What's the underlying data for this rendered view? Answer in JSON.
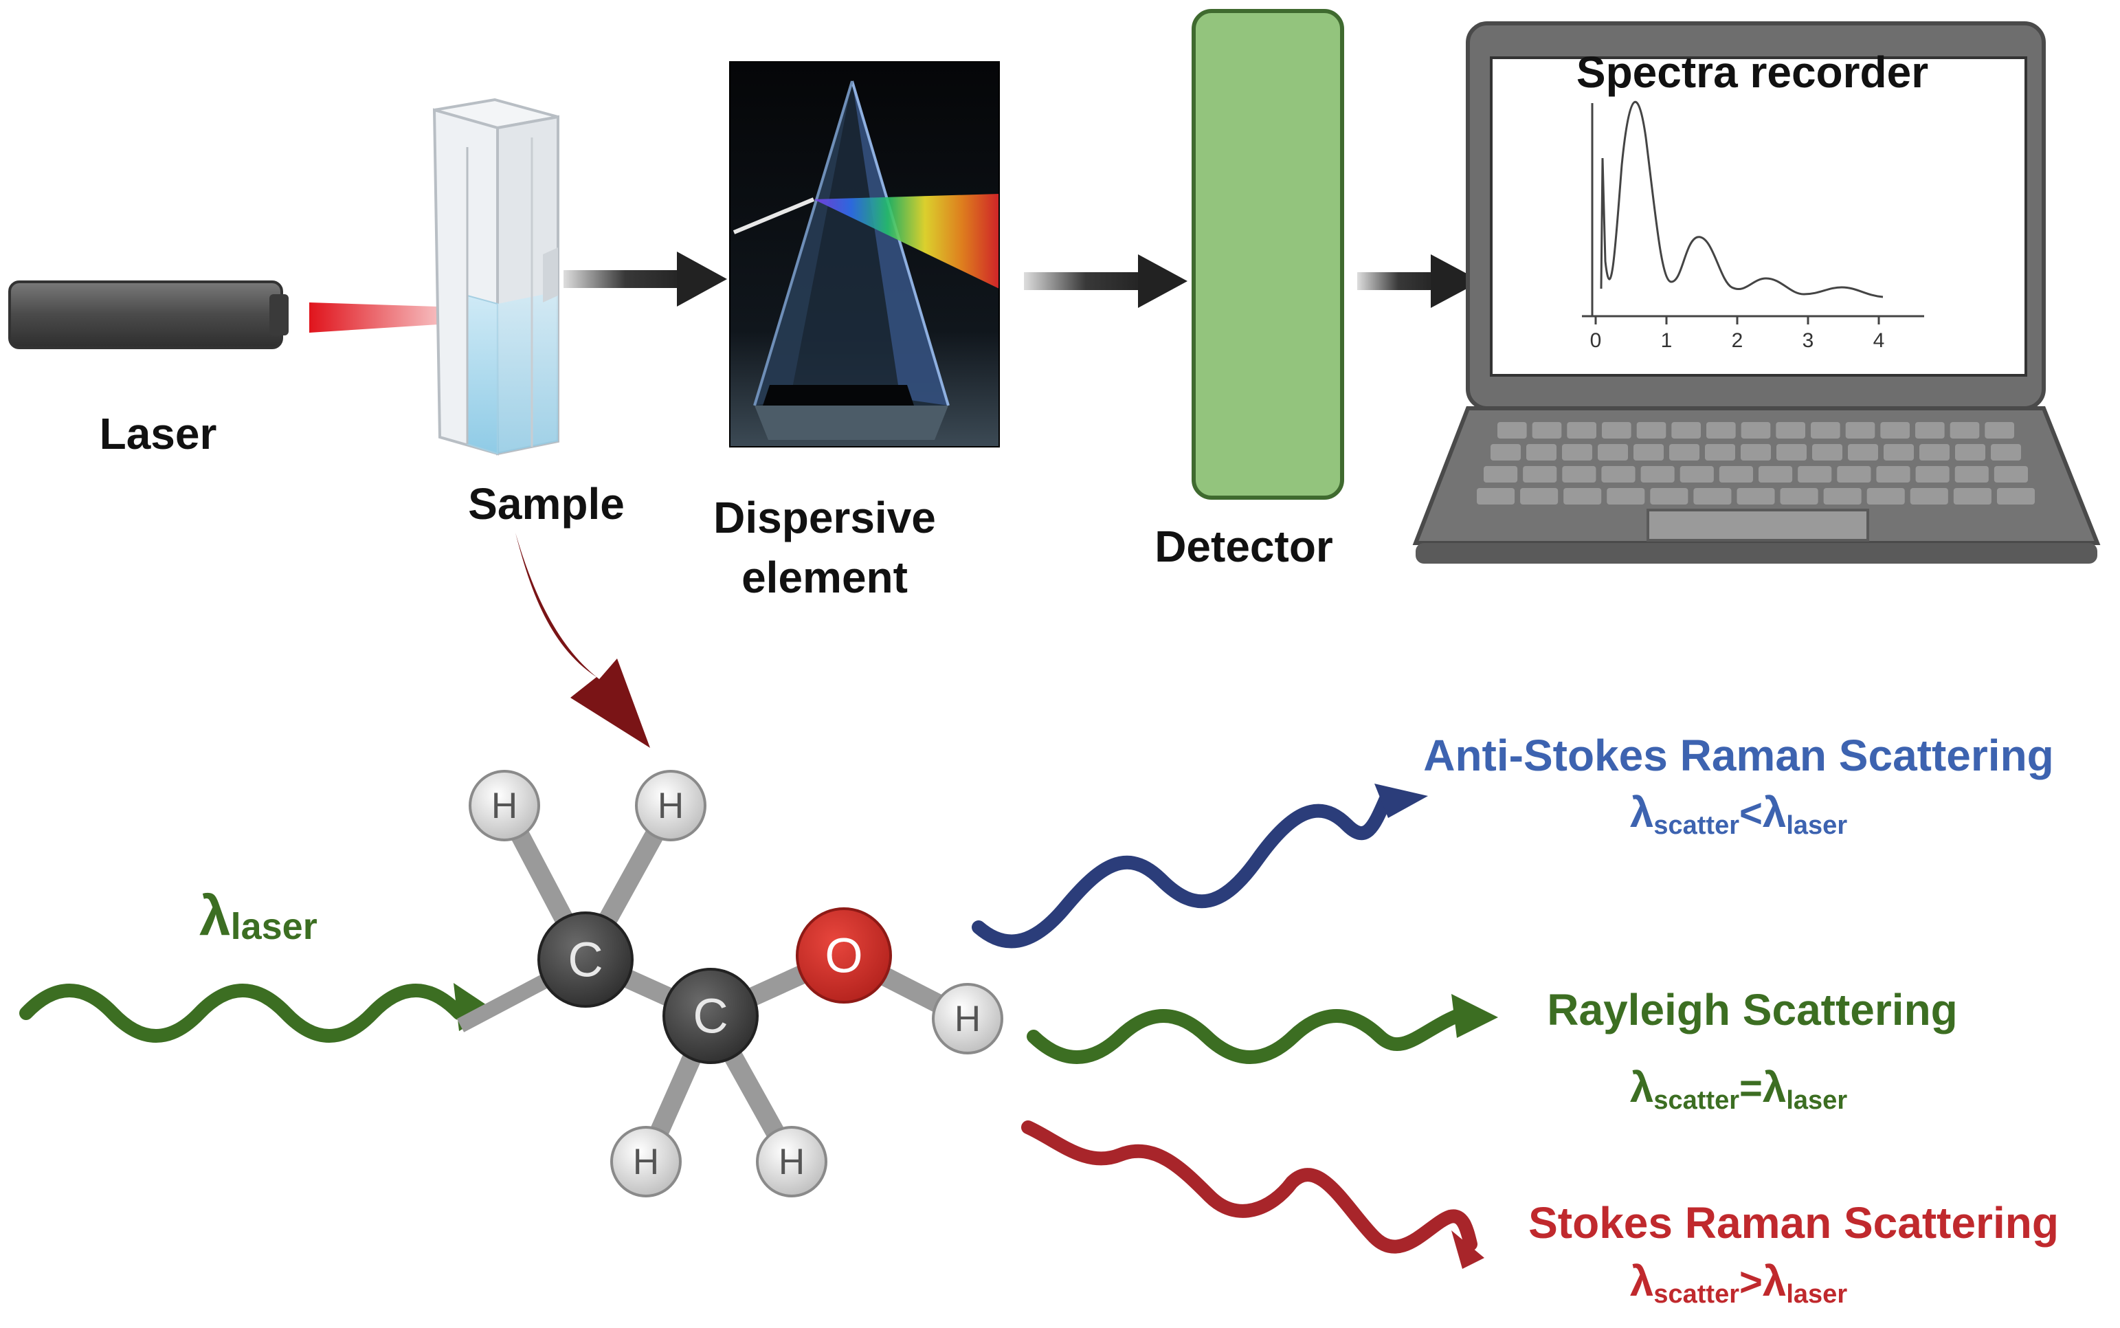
{
  "colors": {
    "anti_stokes": "#2b3d7a",
    "anti_stokes_text": "#3d63b0",
    "rayleigh": "#3c6e22",
    "stokes": "#a8252a",
    "stokes_text": "#c0292d",
    "arrow_dark_red": "#7a1416",
    "detector_fill": "#93c47d",
    "laser_beam": "#e0141c",
    "laptop_body": "#6e6e6e"
  },
  "labels": {
    "laser": "Laser",
    "sample": "Sample",
    "dispersive_line1": "Dispersive",
    "dispersive_line2": "element",
    "detector": "Detector",
    "spectra_recorder": "Spectra recorder"
  },
  "spectrum": {
    "x_ticks": [
      "0",
      "1",
      "2",
      "3",
      "4"
    ]
  },
  "molecule": {
    "atoms": [
      {
        "symbol": "H"
      },
      {
        "symbol": "H"
      },
      {
        "symbol": "C"
      },
      {
        "symbol": "C"
      },
      {
        "symbol": "O"
      },
      {
        "symbol": "H"
      },
      {
        "symbol": "H"
      },
      {
        "symbol": "H"
      }
    ]
  },
  "incident": {
    "lambda": "λ",
    "sub": "laser"
  },
  "scattering": {
    "anti_stokes": {
      "title": "Anti-Stokes Raman Scattering",
      "lhs": "λ",
      "lhs_sub": "scatter",
      "op": "<",
      "rhs": "λ",
      "rhs_sub": "laser"
    },
    "rayleigh": {
      "title": "Rayleigh Scattering",
      "lhs": "λ",
      "lhs_sub": "scatter",
      "op": "=",
      "rhs": "λ",
      "rhs_sub": "laser"
    },
    "stokes": {
      "title": "Stokes Raman Scattering",
      "lhs": "λ",
      "lhs_sub": "scatter",
      "op": ">",
      "rhs": "λ",
      "rhs_sub": "laser"
    }
  }
}
